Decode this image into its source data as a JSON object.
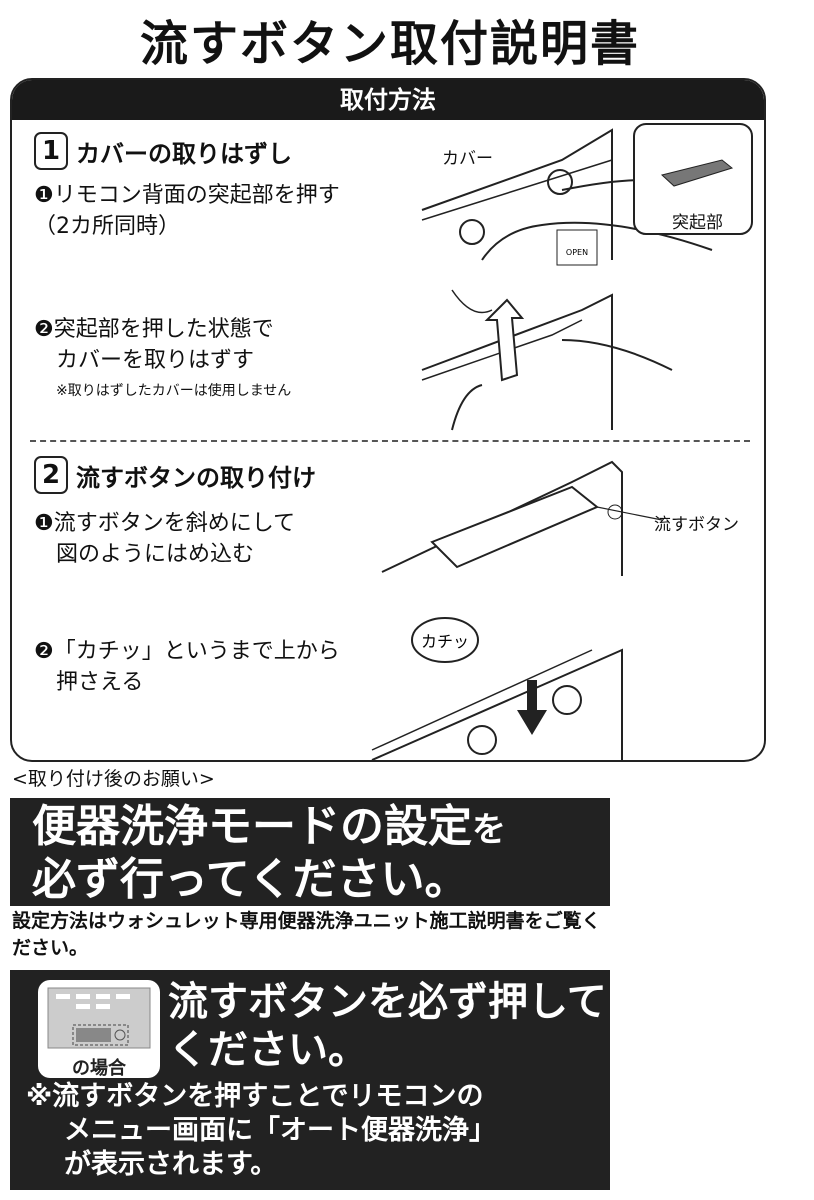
{
  "title": "流すボタン取付説明書",
  "section_header": "取付方法",
  "step1": {
    "number": "1",
    "heading": "カバーの取りはずし",
    "items": [
      {
        "marker": "❶",
        "line1": "リモコン背面の突起部を押す",
        "line2": "（2カ所同時）"
      },
      {
        "marker": "❷",
        "line1": "突起部を押した状態で",
        "line2": "カバーを取りはずす",
        "note": "※取りはずしたカバーは使用しません"
      }
    ],
    "labels": {
      "cover": "カバー",
      "protrusion": "突起部",
      "open": "OPEN"
    }
  },
  "step2": {
    "number": "2",
    "heading": "流すボタンの取り付け",
    "items": [
      {
        "marker": "❶",
        "line1": "流すボタンを斜めにして",
        "line2": "図のようにはめ込む"
      },
      {
        "marker": "❷",
        "line1": "「カチッ」というまで上から",
        "line2": "押さえる"
      }
    ],
    "labels": {
      "button": "流すボタン",
      "click": "カチッ"
    }
  },
  "after": {
    "heading": "<取り付け後のお願い>",
    "banner1": {
      "line1a": "便器洗浄モードの設定",
      "line1b": "を",
      "line2": "必ず行ってください。"
    },
    "body": "設定方法はウォシュレット専用便器洗浄ユニット施工説明書をご覧ください。",
    "banner2": {
      "case_label": "の場合",
      "line1": "流すボタンを必ず押して",
      "line2": "ください。",
      "note1": "※流すボタンを押すことでリモコンの",
      "note2": "メニュー画面に「オート便器洗浄」",
      "note3": "が表示されます。"
    }
  }
}
